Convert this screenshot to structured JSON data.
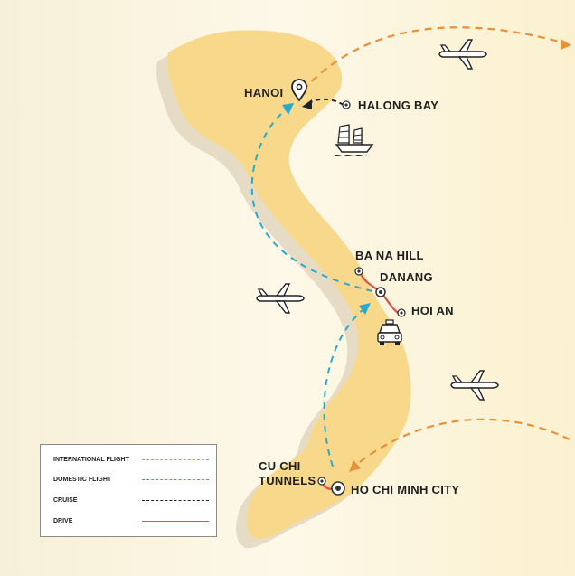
{
  "places": {
    "hanoi": "HANOI",
    "halong_bay": "HALONG BAY",
    "ba_na_hill": "BA NA HILL",
    "danang": "DANANG",
    "hoi_an": "HOI AN",
    "cu_chi_line1": "CU CHI",
    "cu_chi_line2": "TUNNELS",
    "hcmc": "HO CHI MINH CITY"
  },
  "legend": {
    "items": [
      {
        "label": "INTERNATIONAL FLIGHT",
        "color": "#e8913a",
        "style": "dashed"
      },
      {
        "label": "DOMESTIC FLIGHT",
        "color": "#2aa9c9",
        "style": "dashed"
      },
      {
        "label": "CRUISE",
        "color": "#222222",
        "style": "dashed"
      },
      {
        "label": "DRIVE",
        "color": "#e0504a",
        "style": "solid"
      }
    ]
  },
  "icons": [
    "airplane-icon",
    "map-pin-icon",
    "junk-boat-icon",
    "taxi-icon"
  ],
  "colors": {
    "land": "#f8d88a",
    "land_shadow": "#e7dcc4",
    "international_flight": "#e8913a",
    "domestic_flight": "#2aa9c9",
    "cruise": "#222222",
    "drive": "#e0504a"
  }
}
